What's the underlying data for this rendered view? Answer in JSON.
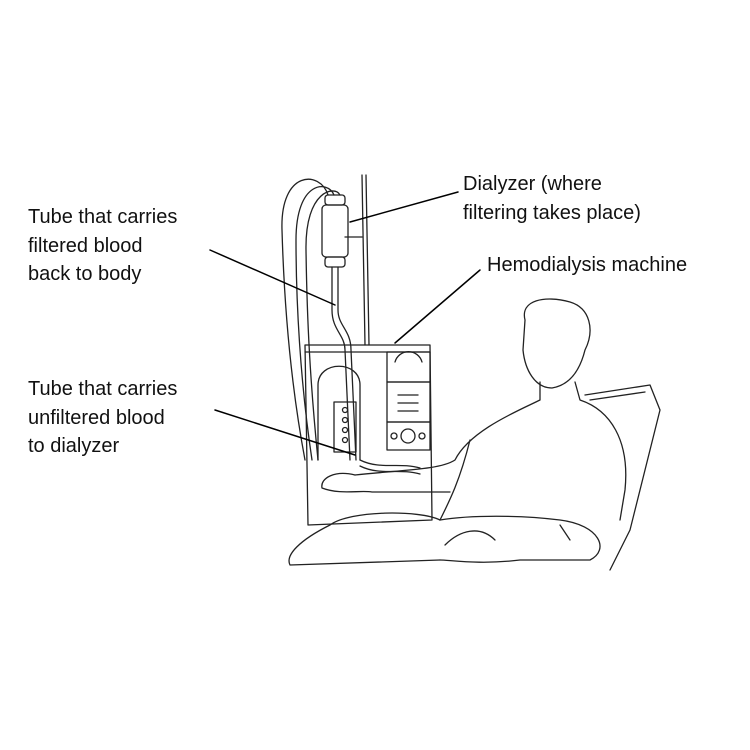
{
  "labels": {
    "dialyzer": [
      "Dialyzer (where",
      "filtering takes place)"
    ],
    "filtered_tube": [
      "Tube that carries",
      "filtered blood",
      "back to body"
    ],
    "machine": [
      "Hemodialysis machine"
    ],
    "unfiltered_tube": [
      "Tube that carries",
      "unfiltered blood",
      "to dialyzer"
    ]
  }
}
